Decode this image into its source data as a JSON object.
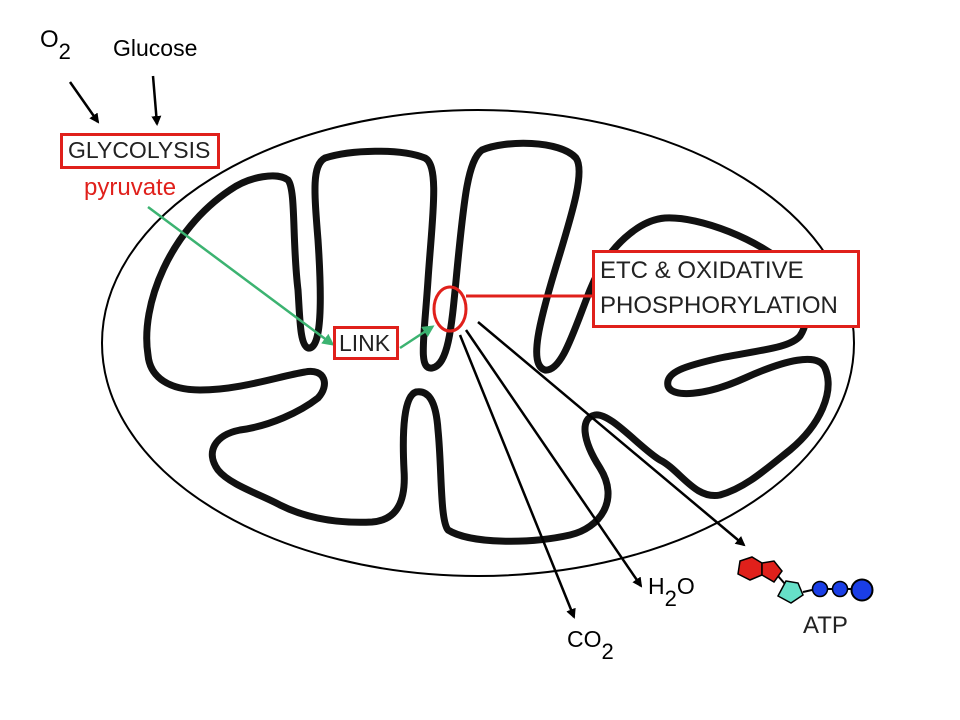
{
  "inputs": {
    "oxygen_main": "O",
    "oxygen_sub": "2",
    "glucose": "Glucose"
  },
  "stages": {
    "glycolysis": "GLYCOLYSIS",
    "pyruvate": "pyruvate",
    "link": "LINK",
    "etc_line1": "ETC & OXIDATIVE",
    "etc_line2": "PHOSPHORYLATION"
  },
  "outputs": {
    "water_h": "H",
    "water_sub": "2",
    "water_o": "O",
    "co2_main": "CO",
    "co2_sub": "2",
    "atp": "ATP"
  },
  "colors": {
    "highlight": "#e0201b",
    "flow_arrow": "#3cb371",
    "outline": "#000000",
    "atp_adenine": "#e0201b",
    "atp_ribose": "#66e0c8",
    "atp_phosphate": "#1a3ee6"
  }
}
